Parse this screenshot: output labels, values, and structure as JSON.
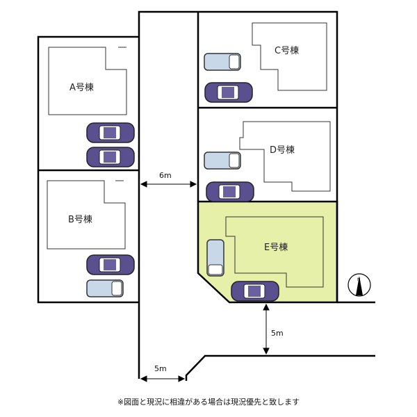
{
  "lots": {
    "a": "A号棟",
    "b": "B号棟",
    "c": "C号棟",
    "d": "D号棟",
    "e": "E号棟"
  },
  "dimensions": {
    "road_width_upper": "6m",
    "road_width_right": "5m",
    "road_width_lower": "5m"
  },
  "compass": "N",
  "footnote": "※図面と現況に相違がある場合は現況優先と致します",
  "colors": {
    "highlight_lot": "#e6f0a8",
    "car_sedan": "#5a5090",
    "car_minivan": "#c8d8e8"
  }
}
